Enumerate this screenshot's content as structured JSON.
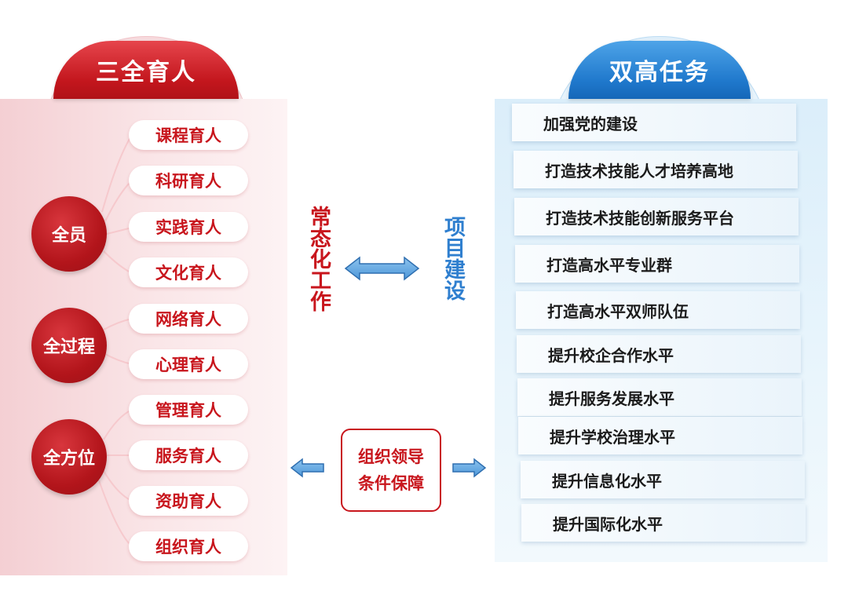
{
  "left": {
    "title": "三全育人",
    "circles": [
      "全员",
      "全过程",
      "全方位"
    ],
    "pills": [
      "课程育人",
      "科研育人",
      "实践育人",
      "文化育人",
      "网络育人",
      "心理育人",
      "管理育人",
      "服务育人",
      "资助育人",
      "组织育人"
    ]
  },
  "middle": {
    "left_vertical": "常态化工作",
    "right_vertical": "项目建设",
    "org_line1": "组织领导",
    "org_line2": "条件保障"
  },
  "right": {
    "title": "双高任务",
    "tasks": [
      "加强党的建设",
      "打造技术技能人才培养高地",
      "打造技术技能创新服务平台",
      "打造高水平专业群",
      "打造高水平双师队伍",
      "提升校企合作水平",
      "提升服务发展水平",
      "提升学校治理水平",
      "提升信息化水平",
      "提升国际化水平"
    ]
  },
  "colors": {
    "red": "#c8161d",
    "blue": "#2f7fcf"
  }
}
